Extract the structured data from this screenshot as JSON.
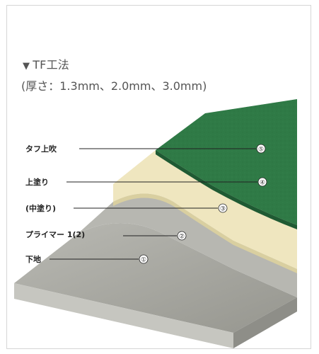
{
  "heading": {
    "marker": "▼",
    "title": "TF工法"
  },
  "subheading": "(厚さ：1.3mm、2.0mm、3.0mm)",
  "layers": [
    {
      "label": "タフ上吹",
      "number": "⑤"
    },
    {
      "label": "上塗り",
      "number": "④"
    },
    {
      "label": "(中塗り)",
      "number": "③"
    },
    {
      "label": "プライマー 1(2)",
      "number": "②"
    },
    {
      "label": "下地",
      "number": "①"
    }
  ],
  "colors": {
    "topcoat": "#2f7a46",
    "topcoat_dark": "#1f5a33",
    "cream": "#efe6bf",
    "cream_edge": "#d9cfa0",
    "concrete": "#a9a9a4",
    "concrete_dark": "#85857f",
    "concrete_front": "#c4c4bf"
  }
}
